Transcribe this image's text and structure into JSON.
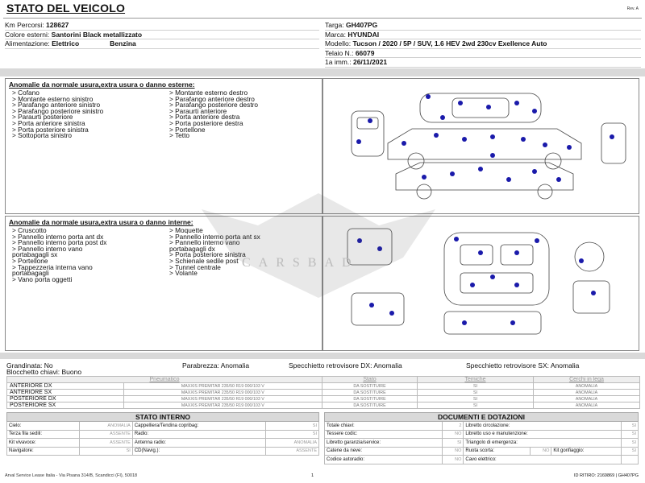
{
  "header": {
    "title": "STATO DEL VEICOLO",
    "rev": "Rev. A"
  },
  "vehicle_left": [
    {
      "label": "Km Percorsi:",
      "value": "128627"
    },
    {
      "label": "Colore esterni:",
      "value": "Santorini Black metallizzato"
    },
    {
      "label": "Alimentazione:",
      "value": "Elettrico",
      "value2": "Benzina"
    }
  ],
  "vehicle_right": [
    {
      "label": "Targa:",
      "value": "GH407PG"
    },
    {
      "label": "Marca:",
      "value": "HYUNDAI"
    },
    {
      "label": "Modello:",
      "value": "Tucson / 2020 / 5P / SUV, 1.6 HEV 2wd 230cv Exellence Auto"
    },
    {
      "label": "Telaio N.:",
      "value": "66079"
    },
    {
      "label": "1a imm.:",
      "value": "26/11/2021"
    }
  ],
  "exterior": {
    "title": "Anomalie da normale usura,extra usura o danno esterne:",
    "col1": [
      "> Cofano",
      "> Montante esterno sinistro",
      "> Parafango anteriore sinistro",
      "> Parafango posteriore sinistro",
      "> Paraurti posteriore",
      "> Porta anteriore sinistra",
      "> Porta posteriore sinistra",
      "> Sottoporta sinistro"
    ],
    "col2": [
      "> Montante esterno destro",
      "> Parafango anteriore destro",
      "> Parafango posteriore destro",
      "> Paraurti anteriore",
      "> Porta anteriore destra",
      "> Porta posteriore destra",
      "> Portellone",
      "> Tetto"
    ]
  },
  "interior": {
    "title": "Anomalie da normale usura,extra usura o danno interne:",
    "col1": [
      "> Cruscotto",
      "> Pannello interno porta ant dx",
      "> Pannello interno porta post dx",
      "> Pannello interno vano",
      "portabagagli sx",
      "> Portellone",
      "> Tappezzeria interna vano",
      "portabagagli",
      "> Vano porta oggetti"
    ],
    "col2": [
      "> Moquette",
      "> Pannello interno porta ant sx",
      "> Pannello interno vano",
      "portabagagli dx",
      "> Porta posteriore sinistra",
      "> Schienale sedile post",
      "> Tunnel centrale",
      "> Volante"
    ]
  },
  "watermark": "CARSBAD",
  "misc": {
    "grandinata": "Grandinata: No",
    "parabrezza": "Parabrezza: Anomalia",
    "spec_dx": "Specchietto retrovisore DX: Anomalia",
    "spec_sx": "Specchietto retrovisore SX: Anomalia",
    "blocchetto": "Blocchetto chiavi: Buono"
  },
  "tyres": {
    "headers": [
      "Pneumatico",
      "Stato",
      "Temiche",
      "Cerchi in lega"
    ],
    "rows": [
      {
        "pos": "ANTERIORE DX",
        "model": "MAXXIS PREMITAR 235/50 R19 000/103 V",
        "stato": "DA SOSTITUIRE",
        "t": "SI",
        "c": "ANOMALIA"
      },
      {
        "pos": "ANTERIORE SX",
        "model": "MAXXIS PREMITAR 235/50 R19 000/103 V",
        "stato": "DA SOSTITUIRE",
        "t": "SI",
        "c": "ANOMALIA"
      },
      {
        "pos": "POSTERIORE DX",
        "model": "MAXXIS PREMITAR 235/50 R19 000/103 V",
        "stato": "DA SOSTITUIRE",
        "t": "SI",
        "c": "ANOMALIA"
      },
      {
        "pos": "POSTERIORE SX",
        "model": "MAXXIS PREMITAR 235/50 R19 000/103 V",
        "stato": "DA SOSTITUIRE",
        "t": "SI",
        "c": "ANOMALIA"
      }
    ]
  },
  "stato_interno": {
    "title": "STATO INTERNO",
    "rows": [
      [
        "Cielo:",
        "ANOMALIA",
        "Cappelliera/Tendina copribag:",
        "SI"
      ],
      [
        "Terza fila sedili:",
        "ASSENTE",
        "Radio:",
        "SI"
      ],
      [
        "Kit vivavoce:",
        "ASSENTE",
        "Antenna radio:",
        "ANOMALIA"
      ],
      [
        "Navigatore:",
        "SI",
        "CD(Navig.):",
        "ASSENTE"
      ]
    ]
  },
  "documenti": {
    "title": "DOCUMENTI E DOTAZIONI",
    "rows": [
      [
        "Totale chiavi:",
        "2",
        "Libretto circolazione:",
        "SI",
        "",
        ""
      ],
      [
        "Tessere codic:",
        "NO",
        "Libretto uso e manutenzione:",
        "SI",
        "",
        ""
      ],
      [
        "Libretto garanzia/service:",
        "SI",
        "Triangolo di emergenza:",
        "SI",
        "",
        ""
      ],
      [
        "Catene da neve:",
        "NO",
        "Ruota scorta:",
        "NO",
        "Kit gonfiaggio:",
        "SI"
      ],
      [
        "Codice autoradio:",
        "NO",
        "Cavo elettrico:",
        "",
        "",
        ""
      ]
    ]
  },
  "footer": {
    "left": "Arval Service Lease Italia - Via Pisana 314/B, Scandicci (FI), 50018",
    "page": "1",
    "right": "ID RITIRO: 2169869 | GH407PG"
  },
  "colors": {
    "band": "#d9d9d9",
    "dot": "#1a1aaa"
  }
}
